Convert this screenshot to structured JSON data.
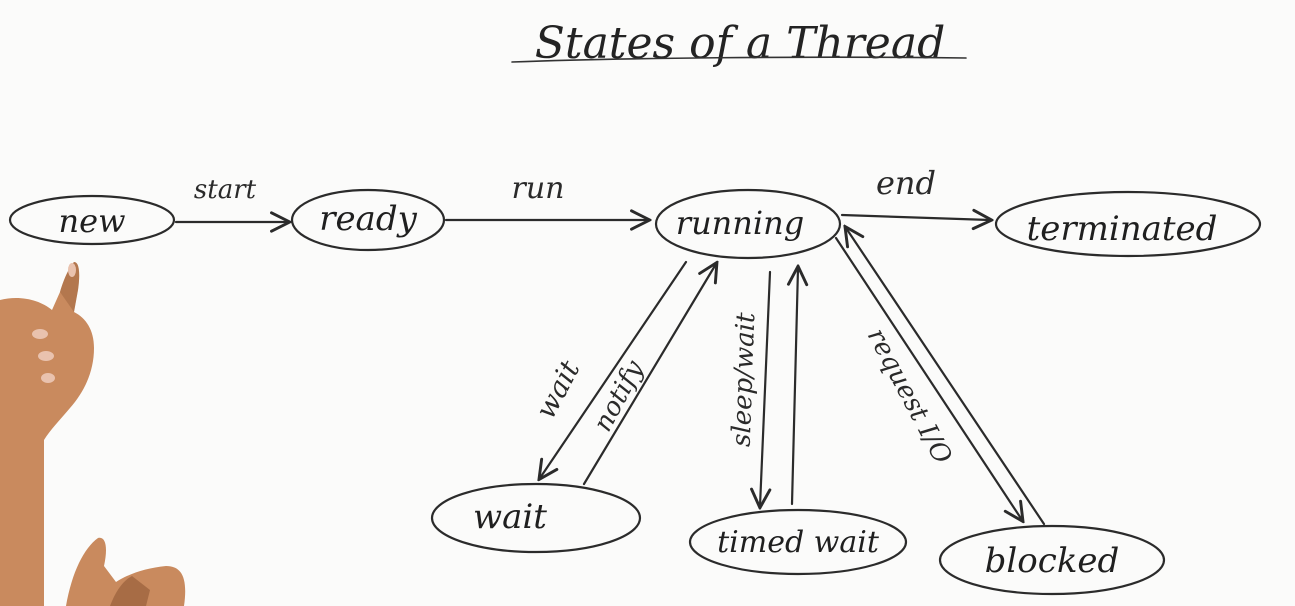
{
  "title": "States of a Thread",
  "nodes": {
    "new": "new",
    "ready": "ready",
    "running": "running",
    "terminated": "terminated",
    "wait": "wait",
    "timed_wait": "timed wait",
    "blocked": "blocked"
  },
  "edges": {
    "start": "start",
    "run": "run",
    "end": "end",
    "wait": "wait",
    "notify": "notify",
    "sleep_wait": "sleep/wait",
    "request_io": "request I/O"
  },
  "colors": {
    "background": "#fbfbfa",
    "ink": "#2b2b2b",
    "skin": "#c98a5e"
  }
}
